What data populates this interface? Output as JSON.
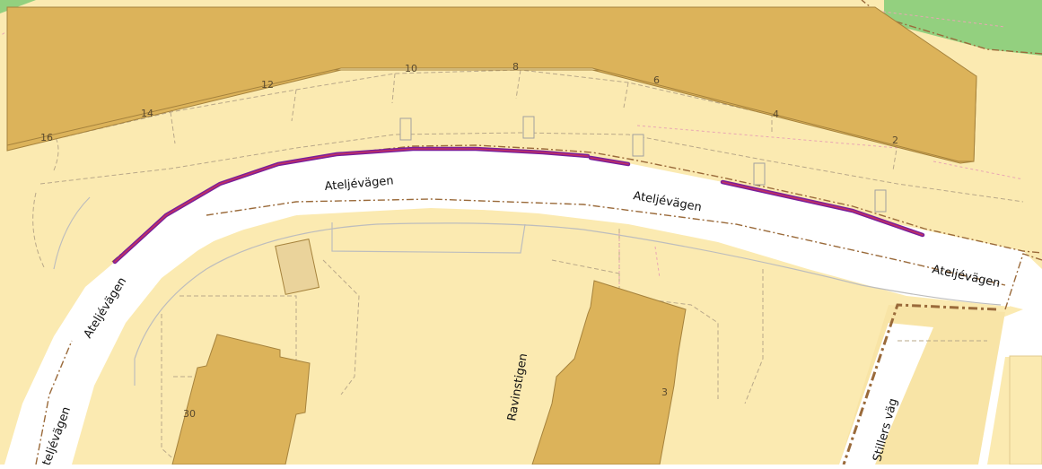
{
  "map": {
    "streets": {
      "ateljevagen_1": "Ateljévägen",
      "ateljevagen_2": "Ateljévägen",
      "ateljevagen_3": "Ateljévägen",
      "ateljevagen_4": "Ateljévägen",
      "ateljevagen_partial": "Ateljévägen",
      "ravinstigen": "Ravinstigen",
      "stillers_vag": "z Stillers väg"
    },
    "house_numbers": [
      "16",
      "14",
      "12",
      "10",
      "8",
      "6",
      "4",
      "2",
      "30",
      "3"
    ],
    "colors": {
      "building": "#dcb35a",
      "building_stroke": "#a5823c",
      "land": "#fbeab1",
      "road": "#ffffff",
      "park": "#93d07f",
      "highlight_outer": "#7a1f9a",
      "highlight_inner": "#c43060",
      "boundary": "#9a6a3a"
    }
  }
}
